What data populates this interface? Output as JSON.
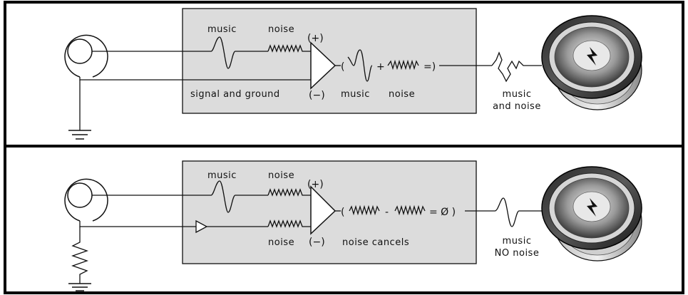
{
  "top_panel": {
    "label_music": "music",
    "label_noise": "noise",
    "plus": "(+)",
    "minus": "(−)",
    "label_signal_ground": "signal and ground",
    "open_paren": "(",
    "plus_sign": "+",
    "equals_paren": "=)",
    "under_music": "music",
    "under_noise": "noise",
    "speaker_line1": "music",
    "speaker_line2": "and noise"
  },
  "bottom_panel": {
    "label_music": "music",
    "label_noise": "noise",
    "plus": "(+)",
    "minus": "(−)",
    "label_noise_lower": "noise",
    "open_paren": "(",
    "minus_sign": "-",
    "equals_null": "= Ø )",
    "noise_cancels": "noise cancels",
    "speaker_line1": "music",
    "speaker_line2": "NO noise"
  }
}
